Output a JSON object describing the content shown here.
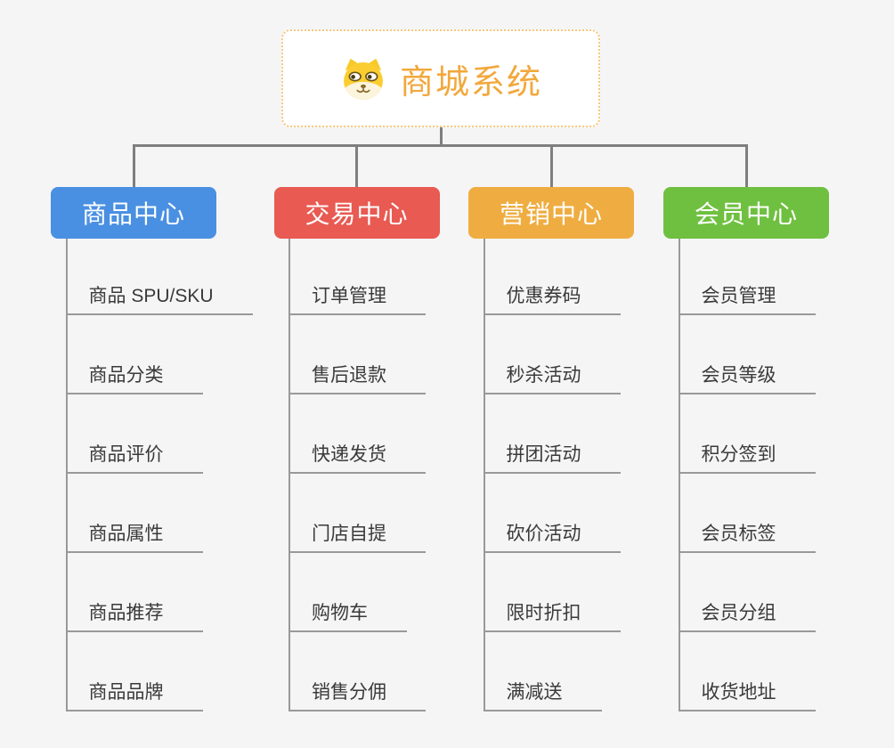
{
  "root": {
    "title": "商城系统",
    "icon": "dog-face-icon"
  },
  "branches": [
    {
      "label": "商品中心",
      "color": "#4a90e2",
      "children": [
        "商品 SPU/SKU",
        "商品分类",
        "商品评价",
        "商品属性",
        "商品推荐",
        "商品品牌"
      ]
    },
    {
      "label": "交易中心",
      "color": "#e85a52",
      "children": [
        "订单管理",
        "售后退款",
        "快递发货",
        "门店自提",
        "购物车",
        "销售分佣"
      ]
    },
    {
      "label": "营销中心",
      "color": "#efad41",
      "children": [
        "优惠券码",
        "秒杀活动",
        "拼团活动",
        "砍价活动",
        "限时折扣",
        "满减送"
      ]
    },
    {
      "label": "会员中心",
      "color": "#6fc040",
      "children": [
        "会员管理",
        "会员等级",
        "积分签到",
        "会员标签",
        "会员分组",
        "收货地址"
      ]
    }
  ],
  "colors": {
    "background": "#f5f5f6",
    "connector": "#7f7f7f",
    "underline": "#999999",
    "root_border": "#f7c77e",
    "root_text": "#f2a83c",
    "item_text": "#3a3a3a",
    "node_text": "#ffffff"
  }
}
